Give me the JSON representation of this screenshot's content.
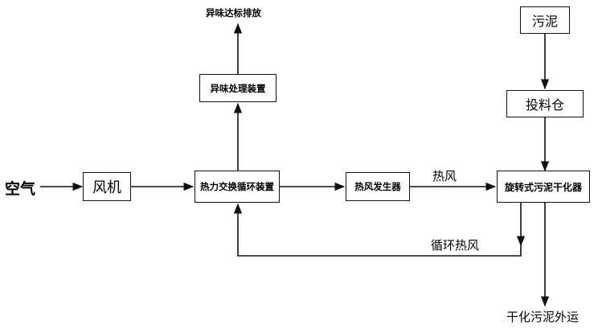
{
  "nodes": {
    "air": "空气",
    "fan": "风机",
    "heat_exchange": "热力交换循环装置",
    "hot_air_generator": "热风发生器",
    "dryer": "旋转式污泥干化器",
    "odor_treatment": "异味处理装置",
    "odor_discharge": "异味达标排放",
    "sludge": "污泥",
    "feed_bin": "投料仓",
    "dried_sludge_out": "干化污泥外运"
  },
  "edge_labels": {
    "hot_air": "热风",
    "recycled_hot_air": "循环热风"
  },
  "colors": {
    "line": "#111111",
    "text": "#000000",
    "background": "#ffffff"
  }
}
